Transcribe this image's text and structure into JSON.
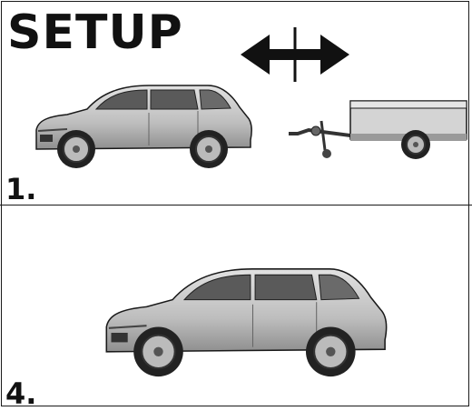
{
  "header": {
    "title": "SETUP"
  },
  "panels": [
    {
      "step_label": "1."
    },
    {
      "step_label": "4."
    }
  ],
  "icons": {
    "move_arrow": "double-headed-horizontal-arrow",
    "vehicle": "suv-car",
    "trailer": "box-trailer"
  },
  "colors": {
    "car_body": "#c9c9c9",
    "car_shadow": "#8a8a8a",
    "outline": "#1a1a1a",
    "window": "#5a5a5a"
  }
}
